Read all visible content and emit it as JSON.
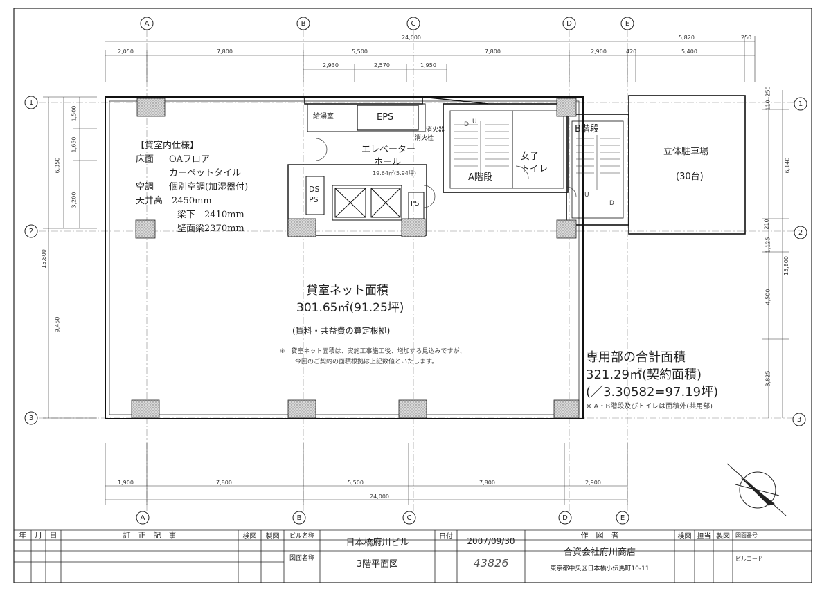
{
  "grid_columns": [
    "A",
    "B",
    "C",
    "D",
    "E"
  ],
  "grid_rows": [
    "1",
    "2",
    "3"
  ],
  "dims_top": {
    "overall": "24,000",
    "left_extra": "5,820",
    "right_edge": "250",
    "row1": [
      "2,050",
      "7,800",
      "5,500",
      "7,800",
      "2,900",
      "420",
      "5,400"
    ],
    "row2": [
      "2,930",
      "2,570",
      "1,950"
    ]
  },
  "dims_bottom": {
    "row1": [
      "1,900",
      "7,800",
      "5,500",
      "7,800",
      "2,900"
    ],
    "overall": "24,000"
  },
  "dims_left": [
    "1,500",
    "1,650",
    "3,200",
    "6,350",
    "15,800",
    "9,450"
  ],
  "dims_right": [
    "110",
    "250",
    "6,140",
    "210",
    "1,125",
    "15,800",
    "4,500",
    "3,825"
  ],
  "spec": {
    "heading": "【貸室内仕様】",
    "floor_label": "床面",
    "floor_1": "OAフロア",
    "floor_2": "カーペットタイル",
    "ac_label": "空調",
    "ac_value": "個別空調(加湿器付)",
    "ceiling_label": "天井高",
    "ceiling_value": "2450mm",
    "beam_under": "梁下　2410mm",
    "wall_beam": "壁面梁2370mm"
  },
  "rooms": {
    "kyuto": "給湯室",
    "eps": "EPS",
    "shokasen": "消火栓",
    "shokaki": "消火器",
    "elevator_hall_1": "エレベーター",
    "elevator_hall_2": "ホール",
    "elevator_hall_area": "19.64㎡(5.94坪)",
    "ds": "DS",
    "ps": "PS",
    "ps2": "PS",
    "stair_a": "A階段",
    "toilet_1": "女子",
    "toilet_2": "トイレ",
    "stair_b": "B階段",
    "parking": "立体駐車場",
    "parking_count": "(30台)",
    "stair_u": "U",
    "stair_d": "D"
  },
  "net_area": {
    "title": "貸室ネット面積",
    "value": "301.65㎡(91.25坪)",
    "basis": "(賃料・共益費の算定根拠)",
    "note_1": "※　貸室ネット面積は、実施工事施工後、増加する見込みですが、",
    "note_2": "今回のご契約の面積根拠は上記数値といたします。"
  },
  "exclusive": {
    "title": "専用部の合計面積",
    "value": "321.29㎡(契約面積)",
    "tsubo": "(／3.30582=97.19坪)",
    "note": "※ A・B階段及びトイレは面積外(共用部)"
  },
  "title_block": {
    "year": "年",
    "month": "月",
    "day": "日",
    "revision": "訂　正　記　事",
    "check": "検図",
    "draft": "製図",
    "building_label": "ビル名称",
    "building_name": "日本橋府川ビル",
    "drawing_label": "図面名称",
    "drawing_name": "3階平面図",
    "date_label": "日付",
    "date_value": "2007/09/30",
    "handwritten": "43826",
    "author_label": "作　図　者",
    "author_name": "合資会社府川商店",
    "author_address": "東京都中央区日本橋小伝馬町10-11",
    "check2": "検図",
    "charge": "担当",
    "draft2": "製図",
    "drawing_no": "図面番号",
    "building_code": "ビルコード"
  }
}
